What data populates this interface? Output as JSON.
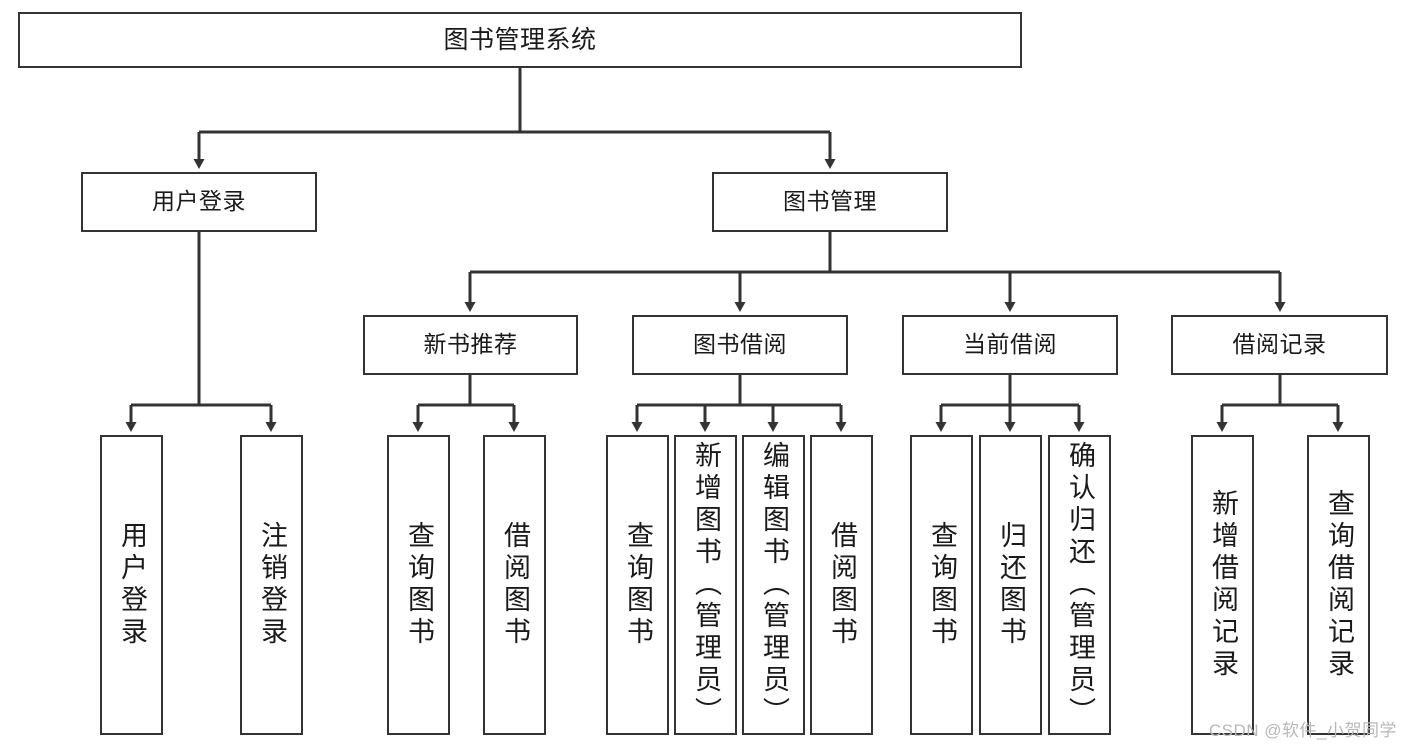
{
  "diagram": {
    "title_box": {
      "label": "图书管理系统"
    },
    "level1": [
      {
        "id": "user-login",
        "label": "用户登录"
      },
      {
        "id": "book-management",
        "label": "图书管理"
      }
    ],
    "level2": [
      {
        "id": "new-book-recommend",
        "label": "新书推荐"
      },
      {
        "id": "book-borrow",
        "label": "图书借阅"
      },
      {
        "id": "current-borrow",
        "label": "当前借阅"
      },
      {
        "id": "borrow-record",
        "label": "借阅记录"
      }
    ],
    "leaves": [
      {
        "id": "leaf-user-login",
        "label": "用户登录"
      },
      {
        "id": "leaf-logout-login",
        "label": "注销登录"
      },
      {
        "id": "leaf-query-book-1",
        "label": "查询图书"
      },
      {
        "id": "leaf-borrow-book-1",
        "label": "借阅图书"
      },
      {
        "id": "leaf-query-book-2",
        "label": "查询图书"
      },
      {
        "id": "leaf-add-book-admin",
        "label": "新增图书（管理员）"
      },
      {
        "id": "leaf-edit-book-admin",
        "label": "编辑图书（管理员）"
      },
      {
        "id": "leaf-borrow-book-2",
        "label": "借阅图书"
      },
      {
        "id": "leaf-query-book-3",
        "label": "查询图书"
      },
      {
        "id": "leaf-return-book",
        "label": "归还图书"
      },
      {
        "id": "leaf-confirm-return-admin",
        "label": "确认归还（管理员）"
      },
      {
        "id": "leaf-add-borrow-record",
        "label": "新增借阅记录"
      },
      {
        "id": "leaf-query-borrow-record",
        "label": "查询借阅记录"
      }
    ]
  },
  "watermark": {
    "text": "CSDN @软件_小贺同学"
  },
  "colors": {
    "stroke": "#333333",
    "fill": "#ffffff",
    "text": "#1a1a1a",
    "watermark": "#b8b8b8"
  }
}
